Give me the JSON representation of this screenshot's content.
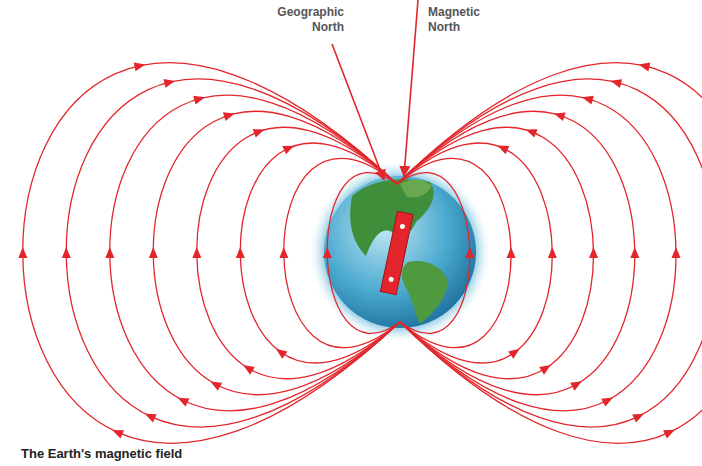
{
  "diagram": {
    "caption": "The Earth's magnetic field",
    "labels": [
      "Geographic North",
      "Magnetic North"
    ]
  }
}
